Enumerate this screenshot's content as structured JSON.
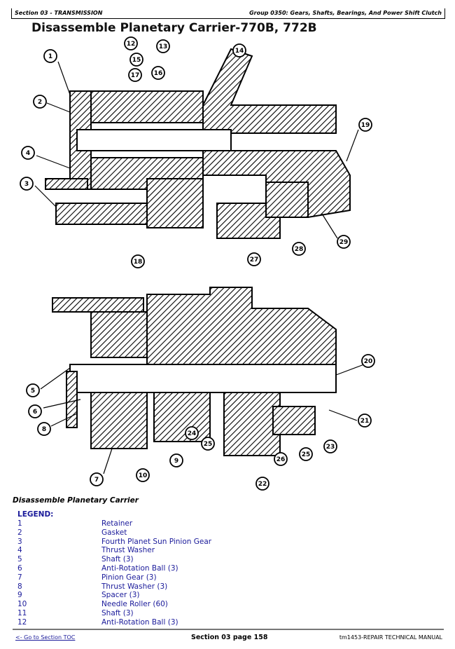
{
  "header": {
    "section": "Section 03 - TRANSMISSION",
    "group": "Group 0350: Gears, Shafts, Bearings, And Power Shift Clutch"
  },
  "title": "Disassemble Planetary Carrier-770B, 772B",
  "figure": {
    "top_callouts": [
      "1",
      "12",
      "15",
      "13",
      "17",
      "16",
      "14",
      "2",
      "19",
      "4",
      "3",
      "18",
      "27",
      "28",
      "29"
    ],
    "bottom_callouts": [
      "20",
      "5",
      "21",
      "6",
      "8",
      "23",
      "25",
      "26",
      "24",
      "25",
      "9",
      "10",
      "7",
      "22"
    ]
  },
  "subtitle": "Disassemble Planetary Carrier",
  "legend": {
    "heading": "LEGEND:",
    "items": [
      {
        "n": "1",
        "label": "Retainer"
      },
      {
        "n": "2",
        "label": "Gasket"
      },
      {
        "n": "3",
        "label": "Fourth Planet Sun Pinion Gear"
      },
      {
        "n": "4",
        "label": "Thrust Washer"
      },
      {
        "n": "5",
        "label": "Shaft (3)"
      },
      {
        "n": "6",
        "label": "Anti-Rotation Ball (3)"
      },
      {
        "n": "7",
        "label": "Pinion Gear (3)"
      },
      {
        "n": "8",
        "label": "Thrust Washer (3)"
      },
      {
        "n": "9",
        "label": "Spacer (3)"
      },
      {
        "n": "10",
        "label": "Needle Roller (60)"
      },
      {
        "n": "11",
        "label": "Shaft (3)"
      },
      {
        "n": "12",
        "label": "Anti-Rotation Ball (3)"
      }
    ]
  },
  "footer": {
    "toc_link": "<- Go to Section TOC",
    "page": "Section 03 page 158",
    "manual": "tm1453-REPAIR TECHNICAL MANUAL"
  }
}
